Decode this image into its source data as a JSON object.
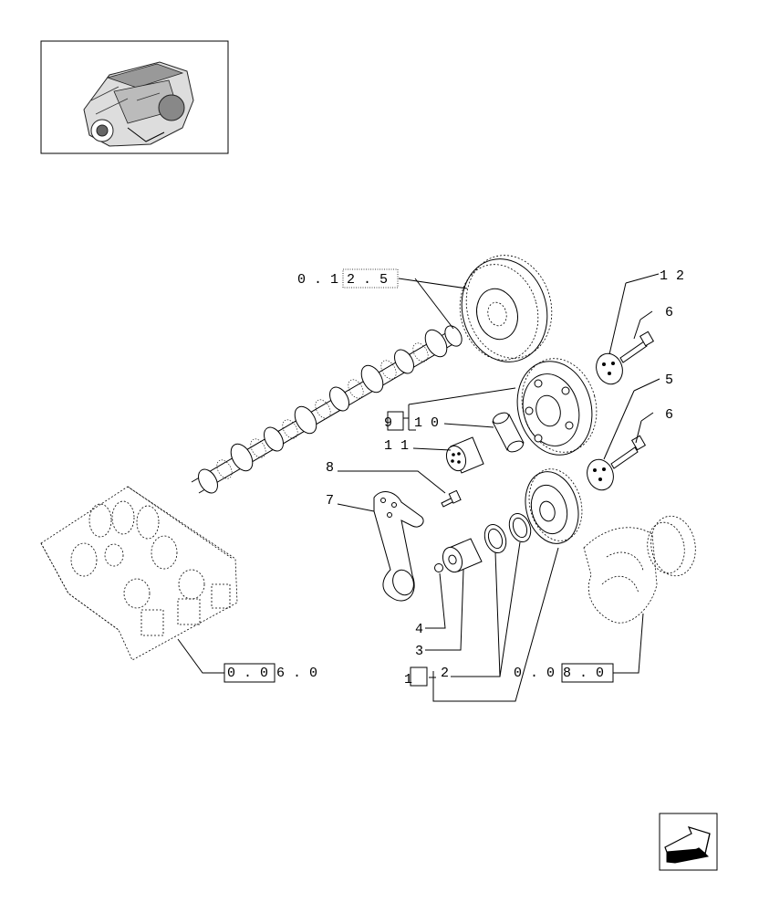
{
  "labels": {
    "ref_camshaft": "0 . 1 2 . 5",
    "p12": "1 2",
    "p6a": "6",
    "p5": "5",
    "p6b": "6",
    "p9": "9",
    "p10": "1 0",
    "p11": "1 1",
    "p8": "8",
    "p7": "7",
    "p4": "4",
    "p3": "3",
    "p1": "1",
    "p2": "2",
    "ref_block": "0 . 0 6 . 0",
    "ref_crank": "0 . 0 8 . 0"
  }
}
